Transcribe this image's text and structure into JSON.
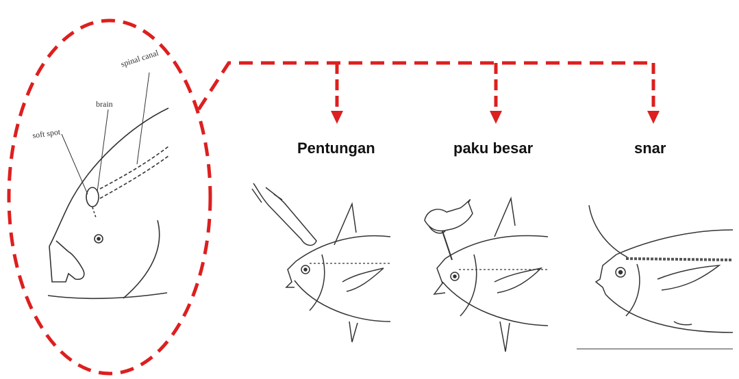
{
  "colors": {
    "connector": "#dd1f1f",
    "line_art": "#333333",
    "label": "#111111"
  },
  "head_diagram": {
    "annotations": {
      "spinal_canal": "spinal canal",
      "brain": "brain",
      "soft_spot": "soft spot"
    }
  },
  "methods": [
    {
      "label": "Pentungan"
    },
    {
      "label": "paku besar"
    },
    {
      "label": "snar"
    }
  ]
}
